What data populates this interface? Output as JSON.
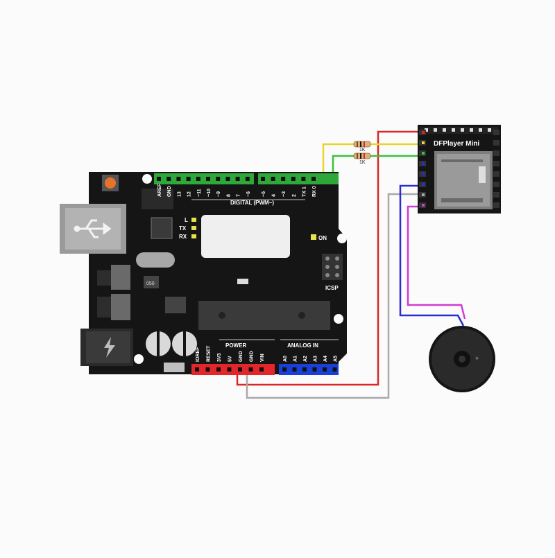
{
  "colors": {
    "board": "#151515",
    "header_green": "#2fa83a",
    "power_red": "#e2262b",
    "analog_blue": "#1a3fd6",
    "wire_red": "#d92626",
    "wire_yellow": "#e8d630",
    "wire_green": "#39c23a",
    "wire_gray": "#a9a9a9",
    "wire_blue": "#2b2bd6",
    "wire_magenta": "#d23ad2",
    "led_orange": "#e8722a"
  },
  "arduino": {
    "digital_pins": [
      "AREF",
      "GND",
      "13",
      "12",
      "~11",
      "~10",
      "~9",
      "8",
      "7",
      "~6",
      "~5",
      "4",
      "~3",
      "2",
      "TX 1",
      "RX 0"
    ],
    "digital_label": "DIGITAL (PWM~)",
    "led_l": "L",
    "led_tx": "TX",
    "led_rx": "RX",
    "on_label": "ON",
    "icsp_label": "ICSP",
    "power_label": "POWER",
    "power_pins": [
      "IOREF",
      "RESET",
      "3V3",
      "5V",
      "GND",
      "GND",
      "VIN"
    ],
    "analog_label": "ANALOG IN",
    "analog_pins": [
      "A0",
      "A1",
      "A2",
      "A3",
      "A4",
      "A5"
    ],
    "chip_text": "050"
  },
  "dfplayer": {
    "name": "DFPlayer Mini"
  },
  "resistors": [
    {
      "label": "1K"
    },
    {
      "label": "1K"
    }
  ]
}
